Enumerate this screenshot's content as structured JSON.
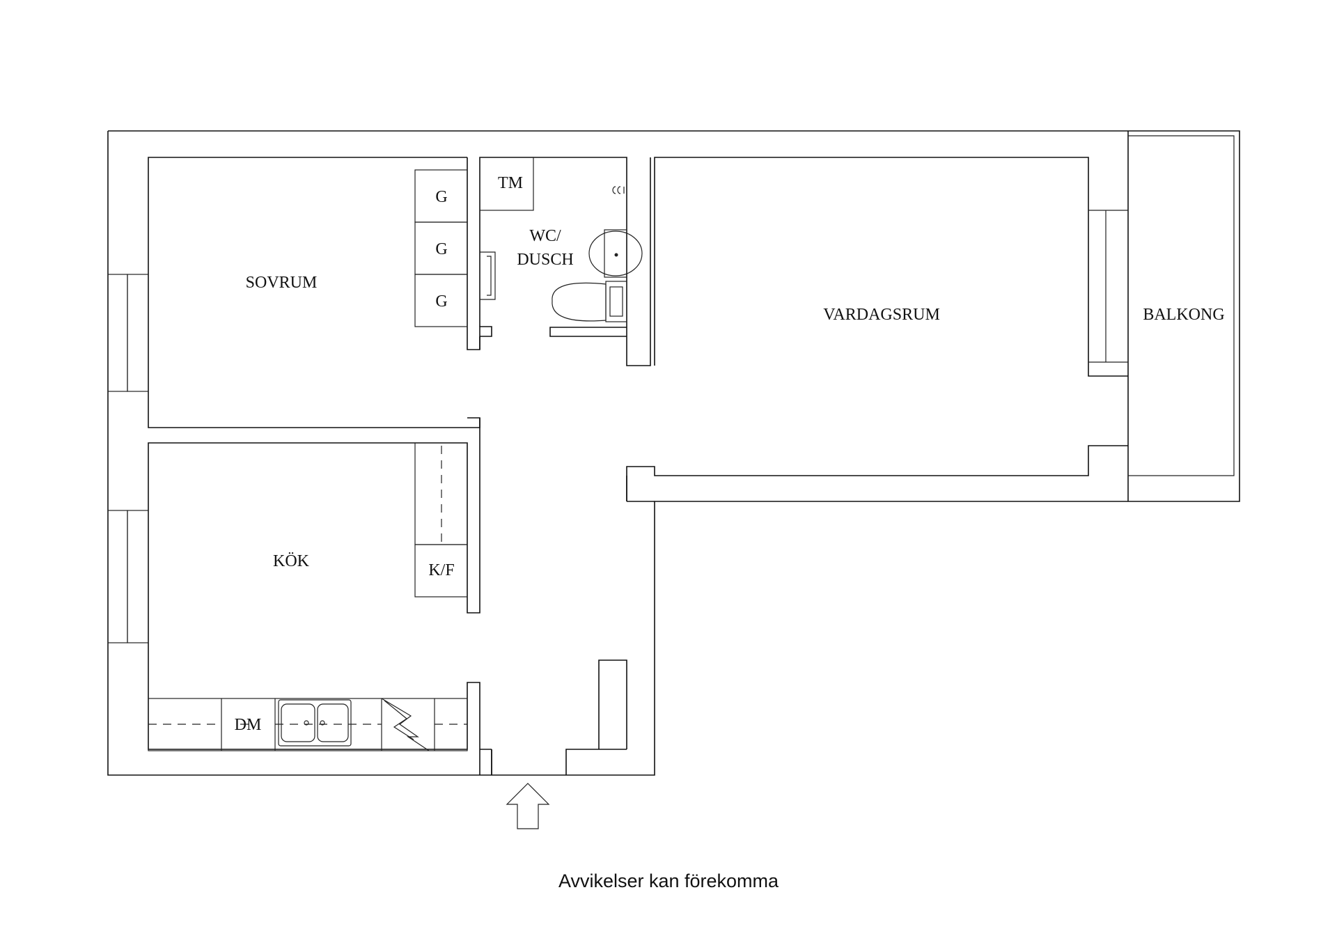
{
  "rooms": {
    "bedroom": "SOVRUM",
    "living_room": "VARDAGSRUM",
    "balcony": "BALKONG",
    "kitchen": "KÖK",
    "bathroom_line1": "WC/",
    "bathroom_line2": "DUSCH"
  },
  "fixtures": {
    "wardrobe_1": "G",
    "wardrobe_2": "G",
    "wardrobe_3": "G",
    "washing_machine": "TM",
    "fridge_freezer": "K/F",
    "dishwasher": "DM"
  },
  "caption": "Avvikelser kan förekomma",
  "icons": [
    "entrance-arrow-icon",
    "sink-icon",
    "toilet-icon",
    "double-sink-icon",
    "stove-icon"
  ]
}
